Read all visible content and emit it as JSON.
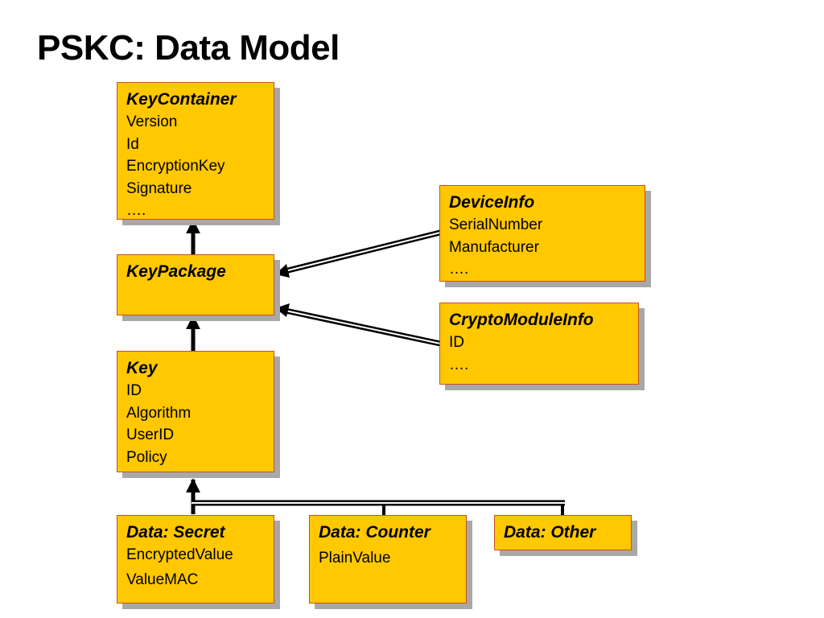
{
  "title": "PSKC: Data Model",
  "boxes": {
    "key_container": {
      "name": "KeyContainer",
      "fields": [
        "Version",
        "Id",
        "EncryptionKey",
        "Signature",
        "…."
      ]
    },
    "key_package": {
      "name": "KeyPackage",
      "fields": []
    },
    "key": {
      "name": "Key",
      "fields": [
        "ID",
        "Algorithm",
        "UserID",
        "Policy"
      ]
    },
    "device_info": {
      "name": "DeviceInfo",
      "fields": [
        "SerialNumber",
        "Manufacturer",
        "…."
      ]
    },
    "crypto_module_info": {
      "name": "CryptoModuleInfo",
      "fields": [
        "ID",
        "…."
      ]
    },
    "data_secret": {
      "name": "Data: Secret",
      "fields": [
        "EncryptedValue",
        "ValueMAC"
      ]
    },
    "data_counter": {
      "name": "Data: Counter",
      "fields": [
        "PlainValue"
      ]
    },
    "data_other": {
      "name": "Data: Other",
      "fields": []
    }
  },
  "colors": {
    "box_fill": "#ffc800",
    "box_border": "#c8501e",
    "box_shadow": "#a8a8a8",
    "connector": "#000000"
  }
}
